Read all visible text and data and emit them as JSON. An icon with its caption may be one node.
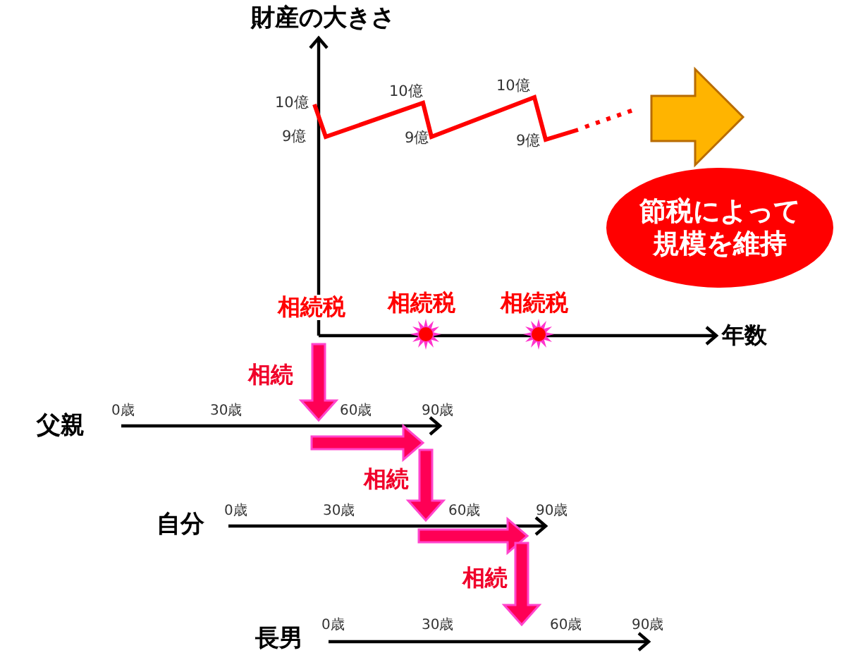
{
  "diagram": {
    "nodes": [
      {
        "text": [
          "節税によって規模を維持"
        ]
      }
    ],
    "labels": [
      "財産の大きさ",
      "10億",
      "9億",
      "10億",
      "9億",
      "10億",
      "9億",
      "相続税",
      "相続税",
      "相続税",
      "年数",
      "相続",
      "父親",
      "0歳",
      "30歳",
      "60歳",
      "90歳",
      "相続",
      "自分",
      "0歳",
      "30歳",
      "60歳",
      "90歳",
      "相続",
      "長男",
      "0歳",
      "30歳",
      "60歳",
      "90歳"
    ]
  }
}
